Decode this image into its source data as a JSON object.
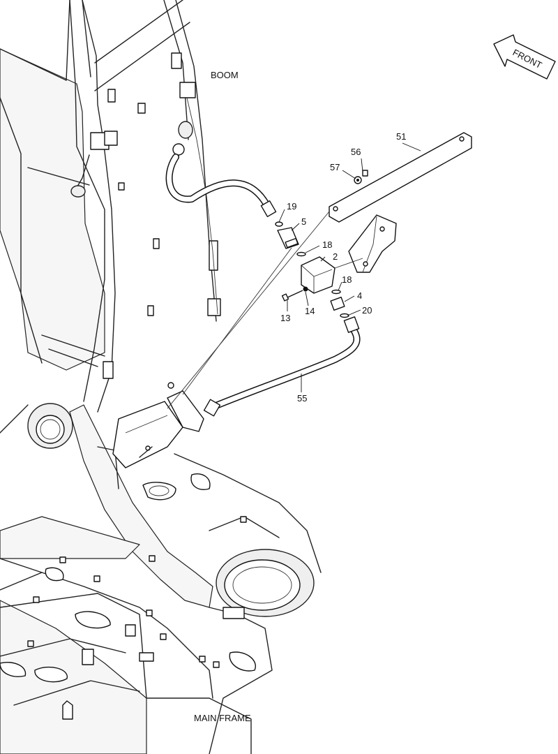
{
  "labels": {
    "boom": "BOOM",
    "main_frame": "MAIN FRAME",
    "front": "FRONT"
  },
  "callouts": {
    "c51": "51",
    "c56": "56",
    "c57": "57",
    "c19": "19",
    "c5": "5",
    "c18a": "18",
    "c2": "2",
    "c18b": "18",
    "c4": "4",
    "c20": "20",
    "c13": "13",
    "c14": "14",
    "c55": "55"
  },
  "icons": {
    "front_arrow": "front-arrow-icon"
  }
}
